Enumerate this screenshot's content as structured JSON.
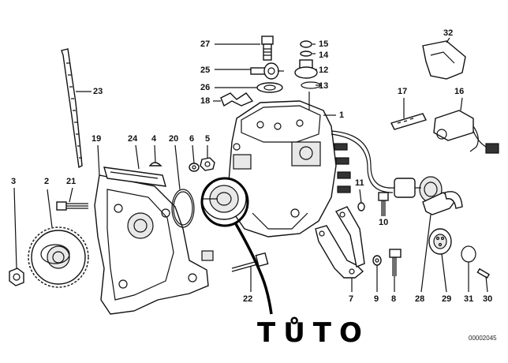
{
  "diagram": {
    "labels": {
      "l1": "1",
      "l2": "2",
      "l3": "3",
      "l4": "4",
      "l5": "5",
      "l6": "6",
      "l7": "7",
      "l8": "8",
      "l9": "9",
      "l10": "10",
      "l11": "11",
      "l12": "12",
      "l13": "13",
      "l14": "14",
      "l15": "15",
      "l16": "16",
      "l17": "17",
      "l18": "18",
      "l19": "19",
      "l20": "20",
      "l21": "21",
      "l22": "22",
      "l23": "23",
      "l24": "24",
      "l25": "25",
      "l26": "26",
      "l27": "27",
      "l28": "28",
      "l29": "29",
      "l30": "30",
      "l31": "31",
      "l32": "32"
    },
    "handwritten_note": "TŮTO",
    "reference_code": "00002045"
  }
}
